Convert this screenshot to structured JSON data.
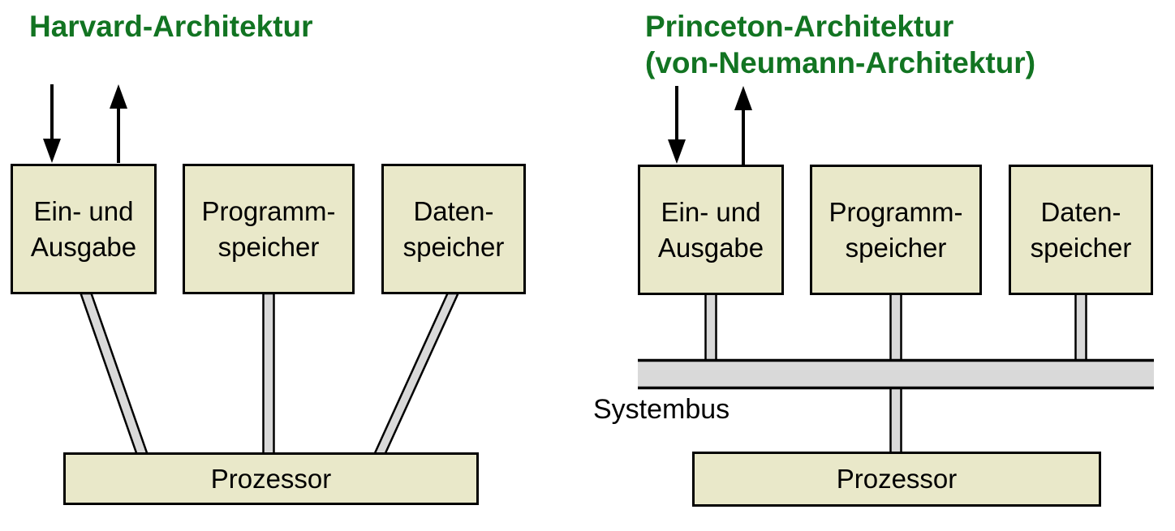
{
  "colors": {
    "title_green": "#127422",
    "box_fill": "#e9e8c9",
    "connector_fill": "#d9d9d9",
    "outline": "#000000"
  },
  "harvard": {
    "title": "Harvard-Architektur",
    "boxes": [
      {
        "label": "Ein- und\nAusgabe"
      },
      {
        "label": "Programm-\nspeicher"
      },
      {
        "label": "Daten-\nspeicher"
      }
    ],
    "processor_label": "Prozessor"
  },
  "princeton": {
    "title_line1": "Princeton-Architektur",
    "title_line2": "(von-Neumann-Architektur)",
    "boxes": [
      {
        "label": "Ein- und\nAusgabe"
      },
      {
        "label": "Programm-\nspeicher"
      },
      {
        "label": "Daten-\nspeicher"
      }
    ],
    "bus_label": "Systembus",
    "processor_label": "Prozessor"
  }
}
